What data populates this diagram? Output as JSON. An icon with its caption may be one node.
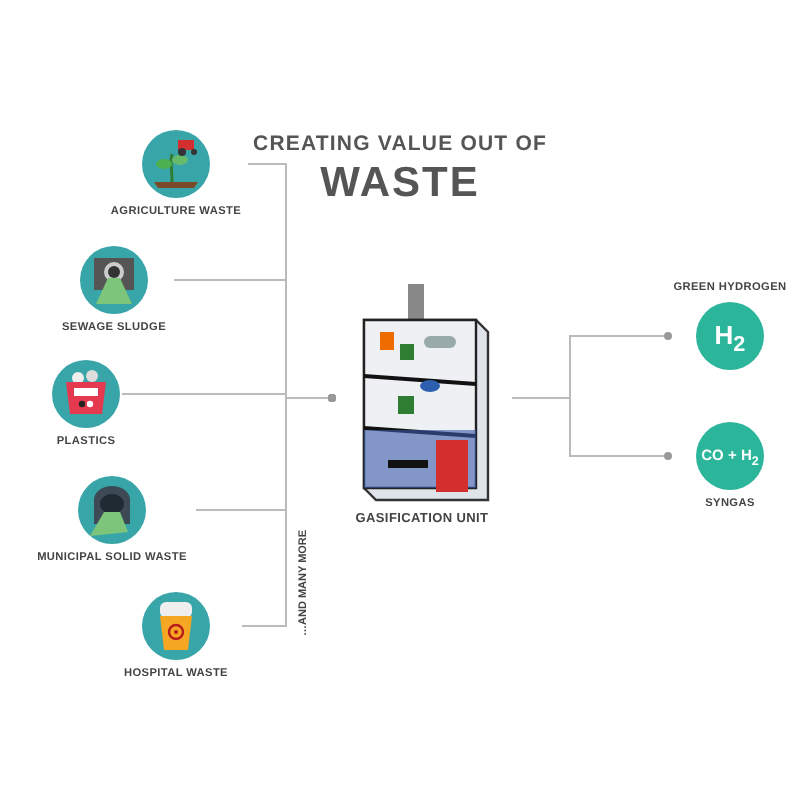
{
  "diagram": {
    "title": "CREATING VALUE OUT OF",
    "nodes": [
      {
        "text": [
          "AGRICULTURE WASTE"
        ]
      },
      {
        "text": [
          "SEWAGE SLUDGE"
        ]
      },
      {
        "text": [
          "PLASTICS"
        ]
      },
      {
        "text": [
          "MUNICIPAL SOLID WASTE"
        ]
      },
      {
        "text": [
          "HOSPITAL WASTE"
        ]
      },
      {
        "text": [
          "GASIFICATION UNIT"
        ]
      },
      {
        "text": [
          "GREEN HYDROGEN",
          "H$_{2}$"
        ]
      },
      {
        "text": [
          "CO + H$_{2}$",
          "SYNGAS"
        ]
      }
    ],
    "edges": [
      {
        "from": 0,
        "to": 5,
        "arrow": "other"
      },
      {
        "from": 1,
        "to": 5,
        "arrow": "other"
      },
      {
        "from": 2,
        "to": 5,
        "arrow": "other"
      },
      {
        "from": 3,
        "to": 5,
        "arrow": "other"
      },
      {
        "from": 4,
        "to": 5,
        "arrow": "other"
      },
      {
        "from": 5,
        "to": 6,
        "arrow": "other"
      },
      {
        "from": 5,
        "to": 7,
        "arrow": "other"
      }
    ],
    "labels": [
      "WASTE",
      "…AND MANY MORE"
    ]
  }
}
